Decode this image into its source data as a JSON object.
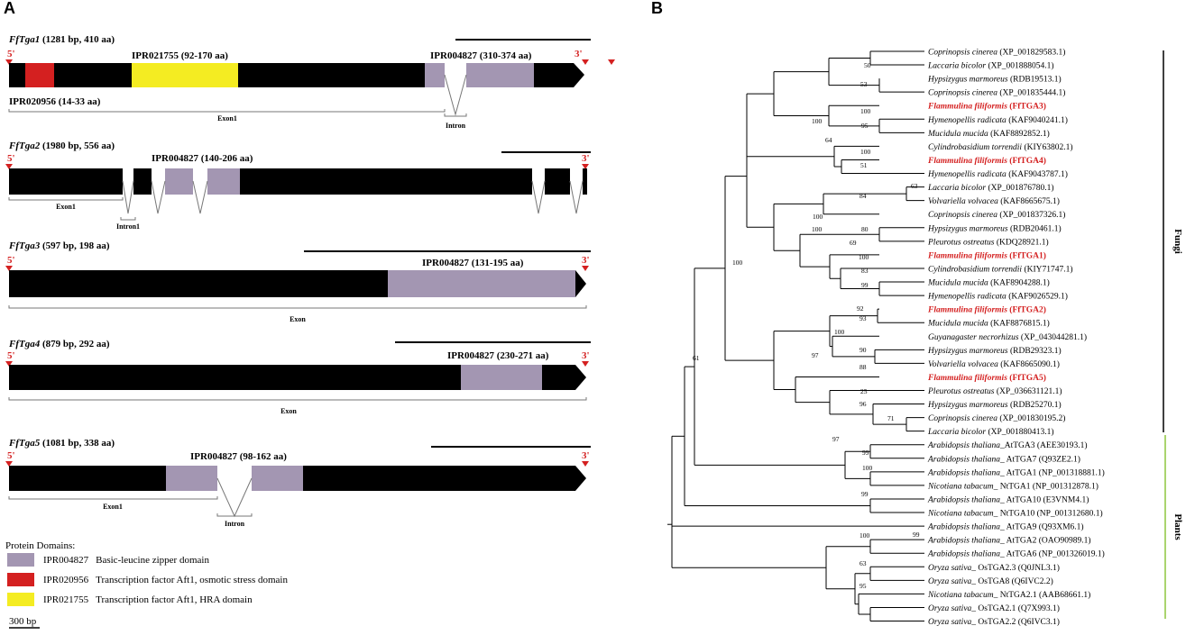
{
  "panels": {
    "a": "A",
    "b": "B"
  },
  "colors": {
    "bzip": "#a396b2",
    "aft1_osm": "#d42020",
    "aft1_hra": "#f4ec22",
    "exon": "#000000",
    "red_text": "#d42020",
    "fungi_bar": "#000000",
    "plants_bar": "#8dc63f"
  },
  "genes": [
    {
      "id": "g1",
      "name": "FfTga1",
      "size": " (1281 bp,  410 aa)",
      "five": "5'",
      "three": "3'",
      "domains": [
        "IPR021755 (92-170 aa)",
        "IPR004827 (310-374 aa)",
        "IPR020956 (14-33 aa)"
      ],
      "regions": [
        "Exon1",
        "Intron"
      ]
    },
    {
      "id": "g2",
      "name": "FfTga2",
      "size": " (1980 bp,  556 aa)",
      "five": "5'",
      "three": "3'",
      "domains": [
        "IPR004827 (140-206 aa)"
      ],
      "regions": [
        "Exon1",
        "Intron1"
      ]
    },
    {
      "id": "g3",
      "name": "FfTga3",
      "size": " (597 bp,  198 aa)",
      "five": "5'",
      "three": "3'",
      "domains": [
        "IPR004827 (131-195 aa)"
      ],
      "regions": [
        "Exon"
      ]
    },
    {
      "id": "g4",
      "name": "FfTga4",
      "size": " (879 bp,  292 aa)",
      "five": "5'",
      "three": "3'",
      "domains": [
        "IPR004827 (230-271 aa)"
      ],
      "regions": [
        "Exon"
      ]
    },
    {
      "id": "g5",
      "name": "FfTga5",
      "size": " (1081 bp,  338 aa)",
      "five": "5'",
      "three": "3'",
      "domains": [
        "IPR004827 (98-162 aa)"
      ],
      "regions": [
        "Exon1",
        "Intron"
      ]
    }
  ],
  "legend": {
    "title": "Protein Domains:",
    "items": [
      {
        "id": "IPR004827",
        "desc": "Basic-leucine zipper domain"
      },
      {
        "id": "IPR020956",
        "desc": "Transcription factor Aft1, osmotic stress domain"
      },
      {
        "id": "IPR021755",
        "desc": "Transcription factor Aft1, HRA domain"
      }
    ],
    "scale": "300 bp"
  },
  "tree": {
    "leaves": [
      {
        "sp": "Coprinopsis cinerea",
        "acc": " (XP_001829583.1)",
        "hl": false
      },
      {
        "sp": "Laccaria bicolor",
        "acc": " (XP_001888054.1)",
        "hl": false
      },
      {
        "sp": "Hypsizygus marmoreus",
        "acc": " (RDB19513.1)",
        "hl": false
      },
      {
        "sp": "Coprinopsis cinerea",
        "acc": " (XP_001835444.1)",
        "hl": false
      },
      {
        "sp": "Flammulina filiformis",
        "acc": " (FfTGA3)",
        "hl": true
      },
      {
        "sp": "Hymenopellis radicata",
        "acc": " (KAF9040241.1)",
        "hl": false
      },
      {
        "sp": "Mucidula mucida",
        "acc": " (KAF8892852.1)",
        "hl": false
      },
      {
        "sp": "Cylindrobasidium torrendii",
        "acc": " (KIY63802.1)",
        "hl": false
      },
      {
        "sp": "Flammulina filiformis",
        "acc": " (FfTGA4)",
        "hl": true
      },
      {
        "sp": "Hymenopellis radicata",
        "acc": " (KAF9043787.1)",
        "hl": false
      },
      {
        "sp": "Laccaria bicolor",
        "acc": " (XP_001876780.1)",
        "hl": false
      },
      {
        "sp": "Volvariella volvacea",
        "acc": " (KAF8665675.1)",
        "hl": false
      },
      {
        "sp": "Coprinopsis cinerea",
        "acc": " (XP_001837326.1)",
        "hl": false
      },
      {
        "sp": "Hypsizygus marmoreus",
        "acc": " (RDB20461.1)",
        "hl": false
      },
      {
        "sp": "Pleurotus ostreatus",
        "acc": " (KDQ28921.1)",
        "hl": false
      },
      {
        "sp": "Flammulina filiformis",
        "acc": " (FfTGA1)",
        "hl": true
      },
      {
        "sp": "Cylindrobasidium torrendii",
        "acc": " (KIY71747.1)",
        "hl": false
      },
      {
        "sp": "Mucidula mucida",
        "acc": " (KAF8904288.1)",
        "hl": false
      },
      {
        "sp": "Hymenopellis radicata",
        "acc": " (KAF9026529.1)",
        "hl": false
      },
      {
        "sp": "Flammulina filiformis",
        "acc": " (FfTGA2)",
        "hl": true
      },
      {
        "sp": "Mucidula mucida",
        "acc": " (KAF8876815.1)",
        "hl": false
      },
      {
        "sp": "Guyanagaster necrorhizus",
        "acc": " (XP_043044281.1)",
        "hl": false
      },
      {
        "sp": "Hypsizygus marmoreus",
        "acc": " (RDB29323.1)",
        "hl": false
      },
      {
        "sp": "Volvariella volvacea",
        "acc": " (KAF8665090.1)",
        "hl": false
      },
      {
        "sp": "Flammulina filiformis",
        "acc": " (FfTGA5)",
        "hl": true
      },
      {
        "sp": "Pleurotus ostreatus",
        "acc": " (XP_036631121.1)",
        "hl": false
      },
      {
        "sp": "Hypsizygus marmoreus",
        "acc": " (RDB25270.1)",
        "hl": false
      },
      {
        "sp": "Coprinopsis cinerea",
        "acc": " (XP_001830195.2)",
        "hl": false
      },
      {
        "sp": "Laccaria bicolor",
        "acc": " (XP_001880413.1)",
        "hl": false
      },
      {
        "sp": "Arabidopsis thaliana",
        "acc": "_AtTGA3 (AEE30193.1)",
        "hl": false
      },
      {
        "sp": "Arabidopsis thaliana",
        "acc": "_ AtTGA7 (Q93ZE2.1)",
        "hl": false
      },
      {
        "sp": "Arabidopsis thaliana",
        "acc": "_ AtTGA1 (NP_001318881.1)",
        "hl": false
      },
      {
        "sp": "Nicotiana tabacum",
        "acc": "_ NtTGA1 (NP_001312878.1)",
        "hl": false
      },
      {
        "sp": "Arabidopsis thaliana",
        "acc": "_ AtTGA10 (E3VNM4.1)",
        "hl": false
      },
      {
        "sp": "Nicotiana tabacum",
        "acc": "_ NtTGA10 (NP_001312680.1)",
        "hl": false
      },
      {
        "sp": "Arabidopsis thaliana",
        "acc": "_ AtTGA9 (Q93XM6.1)",
        "hl": false
      },
      {
        "sp": "Arabidopsis thaliana",
        "acc": "_ AtTGA2 (OAO90989.1)",
        "hl": false
      },
      {
        "sp": "Arabidopsis thaliana",
        "acc": "_ AtTGA6 (NP_001326019.1)",
        "hl": false
      },
      {
        "sp": "Oryza sativa",
        "acc": "_ OsTGA2.3 (Q0JNL3.1)",
        "hl": false
      },
      {
        "sp": "Oryza sativa",
        "acc": "_ OsTGA8 (Q6IVC2.2)",
        "hl": false
      },
      {
        "sp": "Nicotiana tabacum",
        "acc": "_ NtTGA2.1 (AAB68661.1)",
        "hl": false
      },
      {
        "sp": "Oryza sativa",
        "acc": "_ OsTGA2.1 (Q7X993.1)",
        "hl": false
      },
      {
        "sp": "Oryza sativa",
        "acc": "_ OsTGA2.2 (Q6IVC3.1)",
        "hl": false
      }
    ],
    "bootstrap": [
      "50",
      "53",
      "64",
      "100",
      "95",
      "100",
      "51",
      "100",
      "63",
      "84",
      "100",
      "80",
      "69",
      "100",
      "83",
      "99",
      "100",
      "92",
      "93",
      "100",
      "90",
      "97",
      "88",
      "96",
      "71",
      "25",
      "100",
      "97",
      "99",
      "100",
      "61",
      "99",
      "99",
      "100",
      "63",
      "95"
    ],
    "groups": [
      "Fungi",
      "Plants"
    ]
  }
}
